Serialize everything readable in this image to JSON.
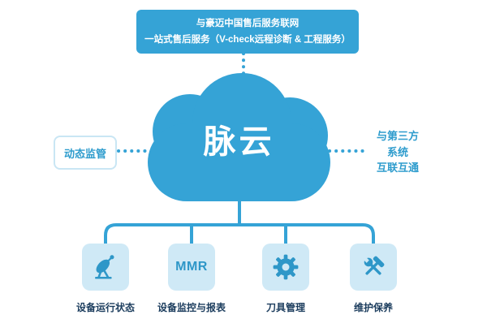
{
  "banner": {
    "line1": "与豪迈中国售后服务联网",
    "line2": "一站式售后服务（V-check远程诊断 & 工程服务）"
  },
  "cloud": {
    "label": "脉云"
  },
  "left_box": {
    "label": "动态监管"
  },
  "right_note": {
    "lines": [
      "与第三方",
      "系统",
      "互联互通"
    ]
  },
  "nodes": [
    {
      "icon": "satellite-dish-icon",
      "label": "设备运行状态"
    },
    {
      "icon": "mmr-text",
      "text": "MMR",
      "label": "设备监控与报表"
    },
    {
      "icon": "gear-icon",
      "label": "刀具管理"
    },
    {
      "icon": "tools-icon",
      "label": "维护保养"
    }
  ],
  "colors": {
    "primary_blue": "#35a3d6",
    "tile_background": "#cfe9f6",
    "icon_blue": "#2e97c8",
    "accent_text_blue": "#2e9ccd",
    "label_navy": "#1b3c5d"
  }
}
